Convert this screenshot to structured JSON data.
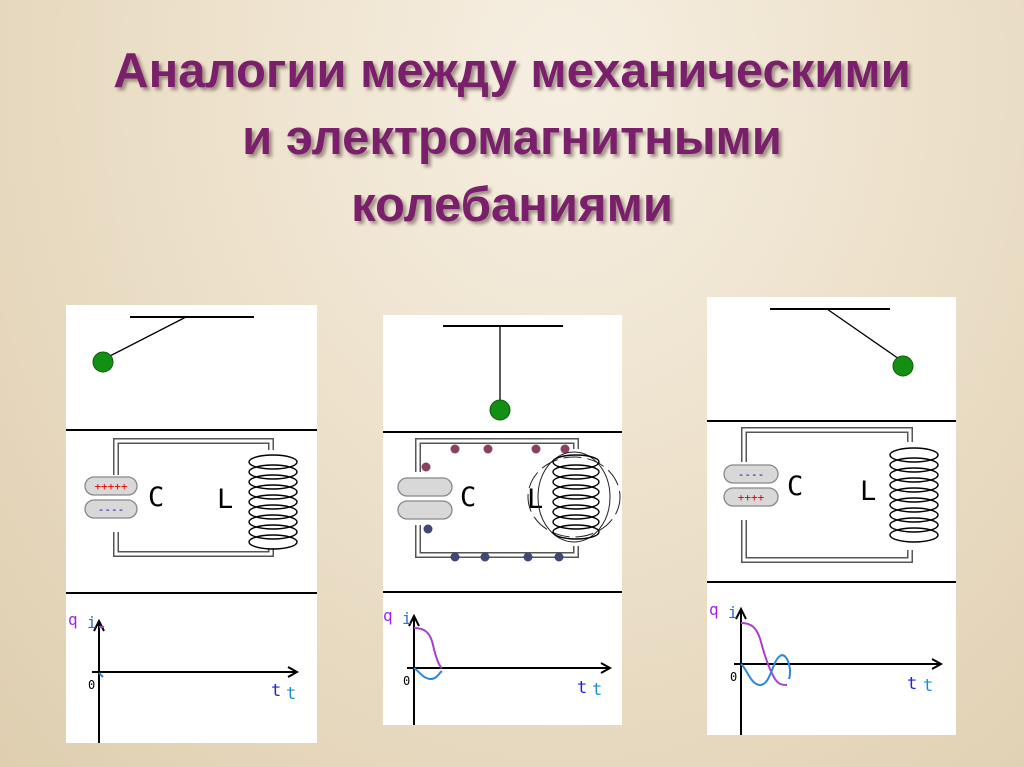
{
  "slide": {
    "title_lines": [
      "Аналогии между механическими",
      "и электромагнитными",
      "колебаниями"
    ]
  },
  "colors": {
    "title": "#7a1f6b",
    "bob": "#138f13",
    "charge_curve": "#a83fd0",
    "current_curve": "#2a88d8",
    "axis_q_label": "#a020f0",
    "axis_t_label_1": "#2020e0",
    "axis_t_label_2": "#1a8fd0",
    "plus_sign": "#e00000",
    "minus_sign": "#0000c0"
  },
  "panels": [
    {
      "capacitor_top": "+++++",
      "capacitor_bottom": "----",
      "capacitor_label": "C",
      "inductor_label": "L",
      "axis_q": "q",
      "axis_i": "i",
      "axis_origin": "0",
      "axis_t1": "t",
      "axis_t2": "t"
    },
    {
      "capacitor_label": "C",
      "inductor_label": "L",
      "axis_q": "q",
      "axis_i": "i",
      "axis_origin": "0",
      "axis_t1": "t",
      "axis_t2": "t"
    },
    {
      "capacitor_top": "----",
      "capacitor_bottom": "++++",
      "capacitor_label": "C",
      "inductor_label": "L",
      "axis_q": "q",
      "axis_i": "i",
      "axis_origin": "0",
      "axis_t1": "t",
      "axis_t2": "t"
    }
  ]
}
